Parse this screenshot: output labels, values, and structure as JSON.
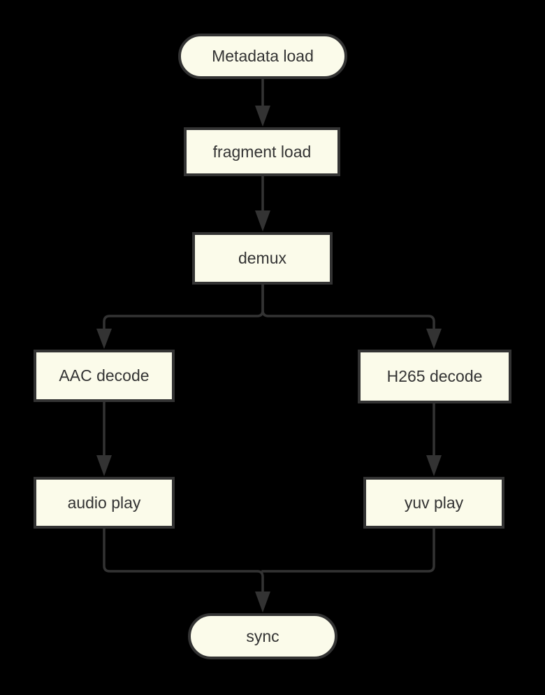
{
  "diagram": {
    "type": "flowchart",
    "direction": "top-down",
    "colors": {
      "background": "#000000",
      "node_fill": "#fbfbea",
      "node_border": "#333333",
      "edge": "#333333",
      "text": "#333333"
    },
    "nodes": {
      "metadata": {
        "label": "Metadata load",
        "shape": "stadium"
      },
      "fragment": {
        "label": "fragment load",
        "shape": "rect"
      },
      "demux": {
        "label": "demux",
        "shape": "rect"
      },
      "aac": {
        "label": "AAC decode",
        "shape": "rect"
      },
      "h265": {
        "label": "H265 decode",
        "shape": "rect"
      },
      "audio": {
        "label": "audio play",
        "shape": "rect"
      },
      "yuv": {
        "label": "yuv play",
        "shape": "rect"
      },
      "sync": {
        "label": "sync",
        "shape": "stadium"
      }
    },
    "edges": [
      {
        "from": "Metadata load",
        "to": "fragment load"
      },
      {
        "from": "fragment load",
        "to": "demux"
      },
      {
        "from": "demux",
        "to": "AAC decode"
      },
      {
        "from": "demux",
        "to": "H265 decode"
      },
      {
        "from": "AAC decode",
        "to": "audio play"
      },
      {
        "from": "H265 decode",
        "to": "yuv play"
      },
      {
        "from": "audio play",
        "to": "sync"
      },
      {
        "from": "yuv play",
        "to": "sync"
      }
    ]
  }
}
